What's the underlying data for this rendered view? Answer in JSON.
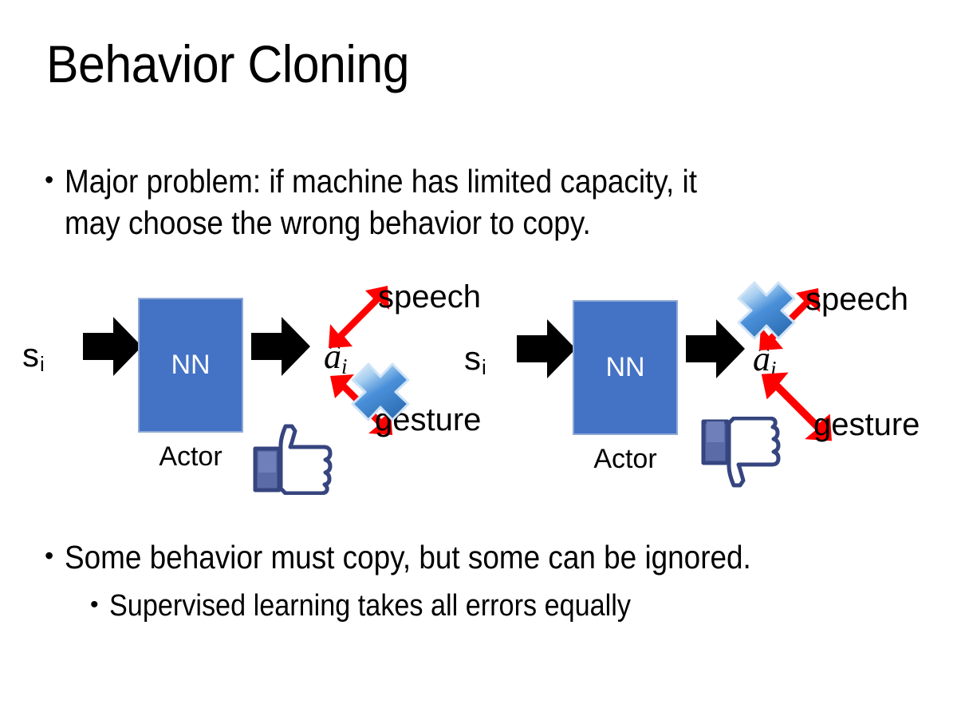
{
  "slide": {
    "title": "Behavior Cloning",
    "background_color": "#FFFFFF",
    "text_color": "#000000"
  },
  "bullets": [
    {
      "marker": "•",
      "text": "Major problem: if machine has limited capacity, it\nmay choose the wrong behavior to copy.",
      "level": 1
    },
    {
      "marker": "•",
      "text": "Some behavior must copy, but some can be ignored.",
      "level": 1
    },
    {
      "marker": "•",
      "text": "Supervised learning takes all errors equally",
      "level": 2
    }
  ],
  "colors": {
    "nn_box_fill": "#4472C4",
    "nn_box_border": "#8EA9D5",
    "nn_box_text": "#FFFFFF",
    "red_arrow": "#FF0000",
    "black_arrow": "#000000",
    "x_mark_blue": "#4A90D9",
    "x_mark_light": "#CFE3F7",
    "thumb_outline": "#36457F",
    "thumb_fill": "#FFFFFF",
    "thumb_cuff": "#5A6BA8",
    "thumb_shadow": "#E4E7EC"
  },
  "diagrams": [
    {
      "id": "left",
      "input_label": "s",
      "input_subscript": "i",
      "box_label": "NN",
      "box_caption": "Actor",
      "output_label": "â",
      "output_subscript": "i",
      "branches": [
        {
          "name": "speech",
          "label": "speech",
          "direction": "up-right",
          "crossed_out": false
        },
        {
          "name": "gesture",
          "label": "gesture",
          "direction": "down-right",
          "crossed_out": true
        }
      ],
      "verdict_icon": "thumbs-up-icon",
      "verdict": "good"
    },
    {
      "id": "right",
      "input_label": "s",
      "input_subscript": "i",
      "box_label": "NN",
      "box_caption": "Actor",
      "output_label": "â",
      "output_subscript": "i",
      "branches": [
        {
          "name": "speech",
          "label": "speech",
          "direction": "up-right",
          "crossed_out": true
        },
        {
          "name": "gesture",
          "label": "gesture",
          "direction": "down-right",
          "crossed_out": false
        }
      ],
      "verdict_icon": "thumbs-down-icon",
      "verdict": "bad"
    }
  ]
}
